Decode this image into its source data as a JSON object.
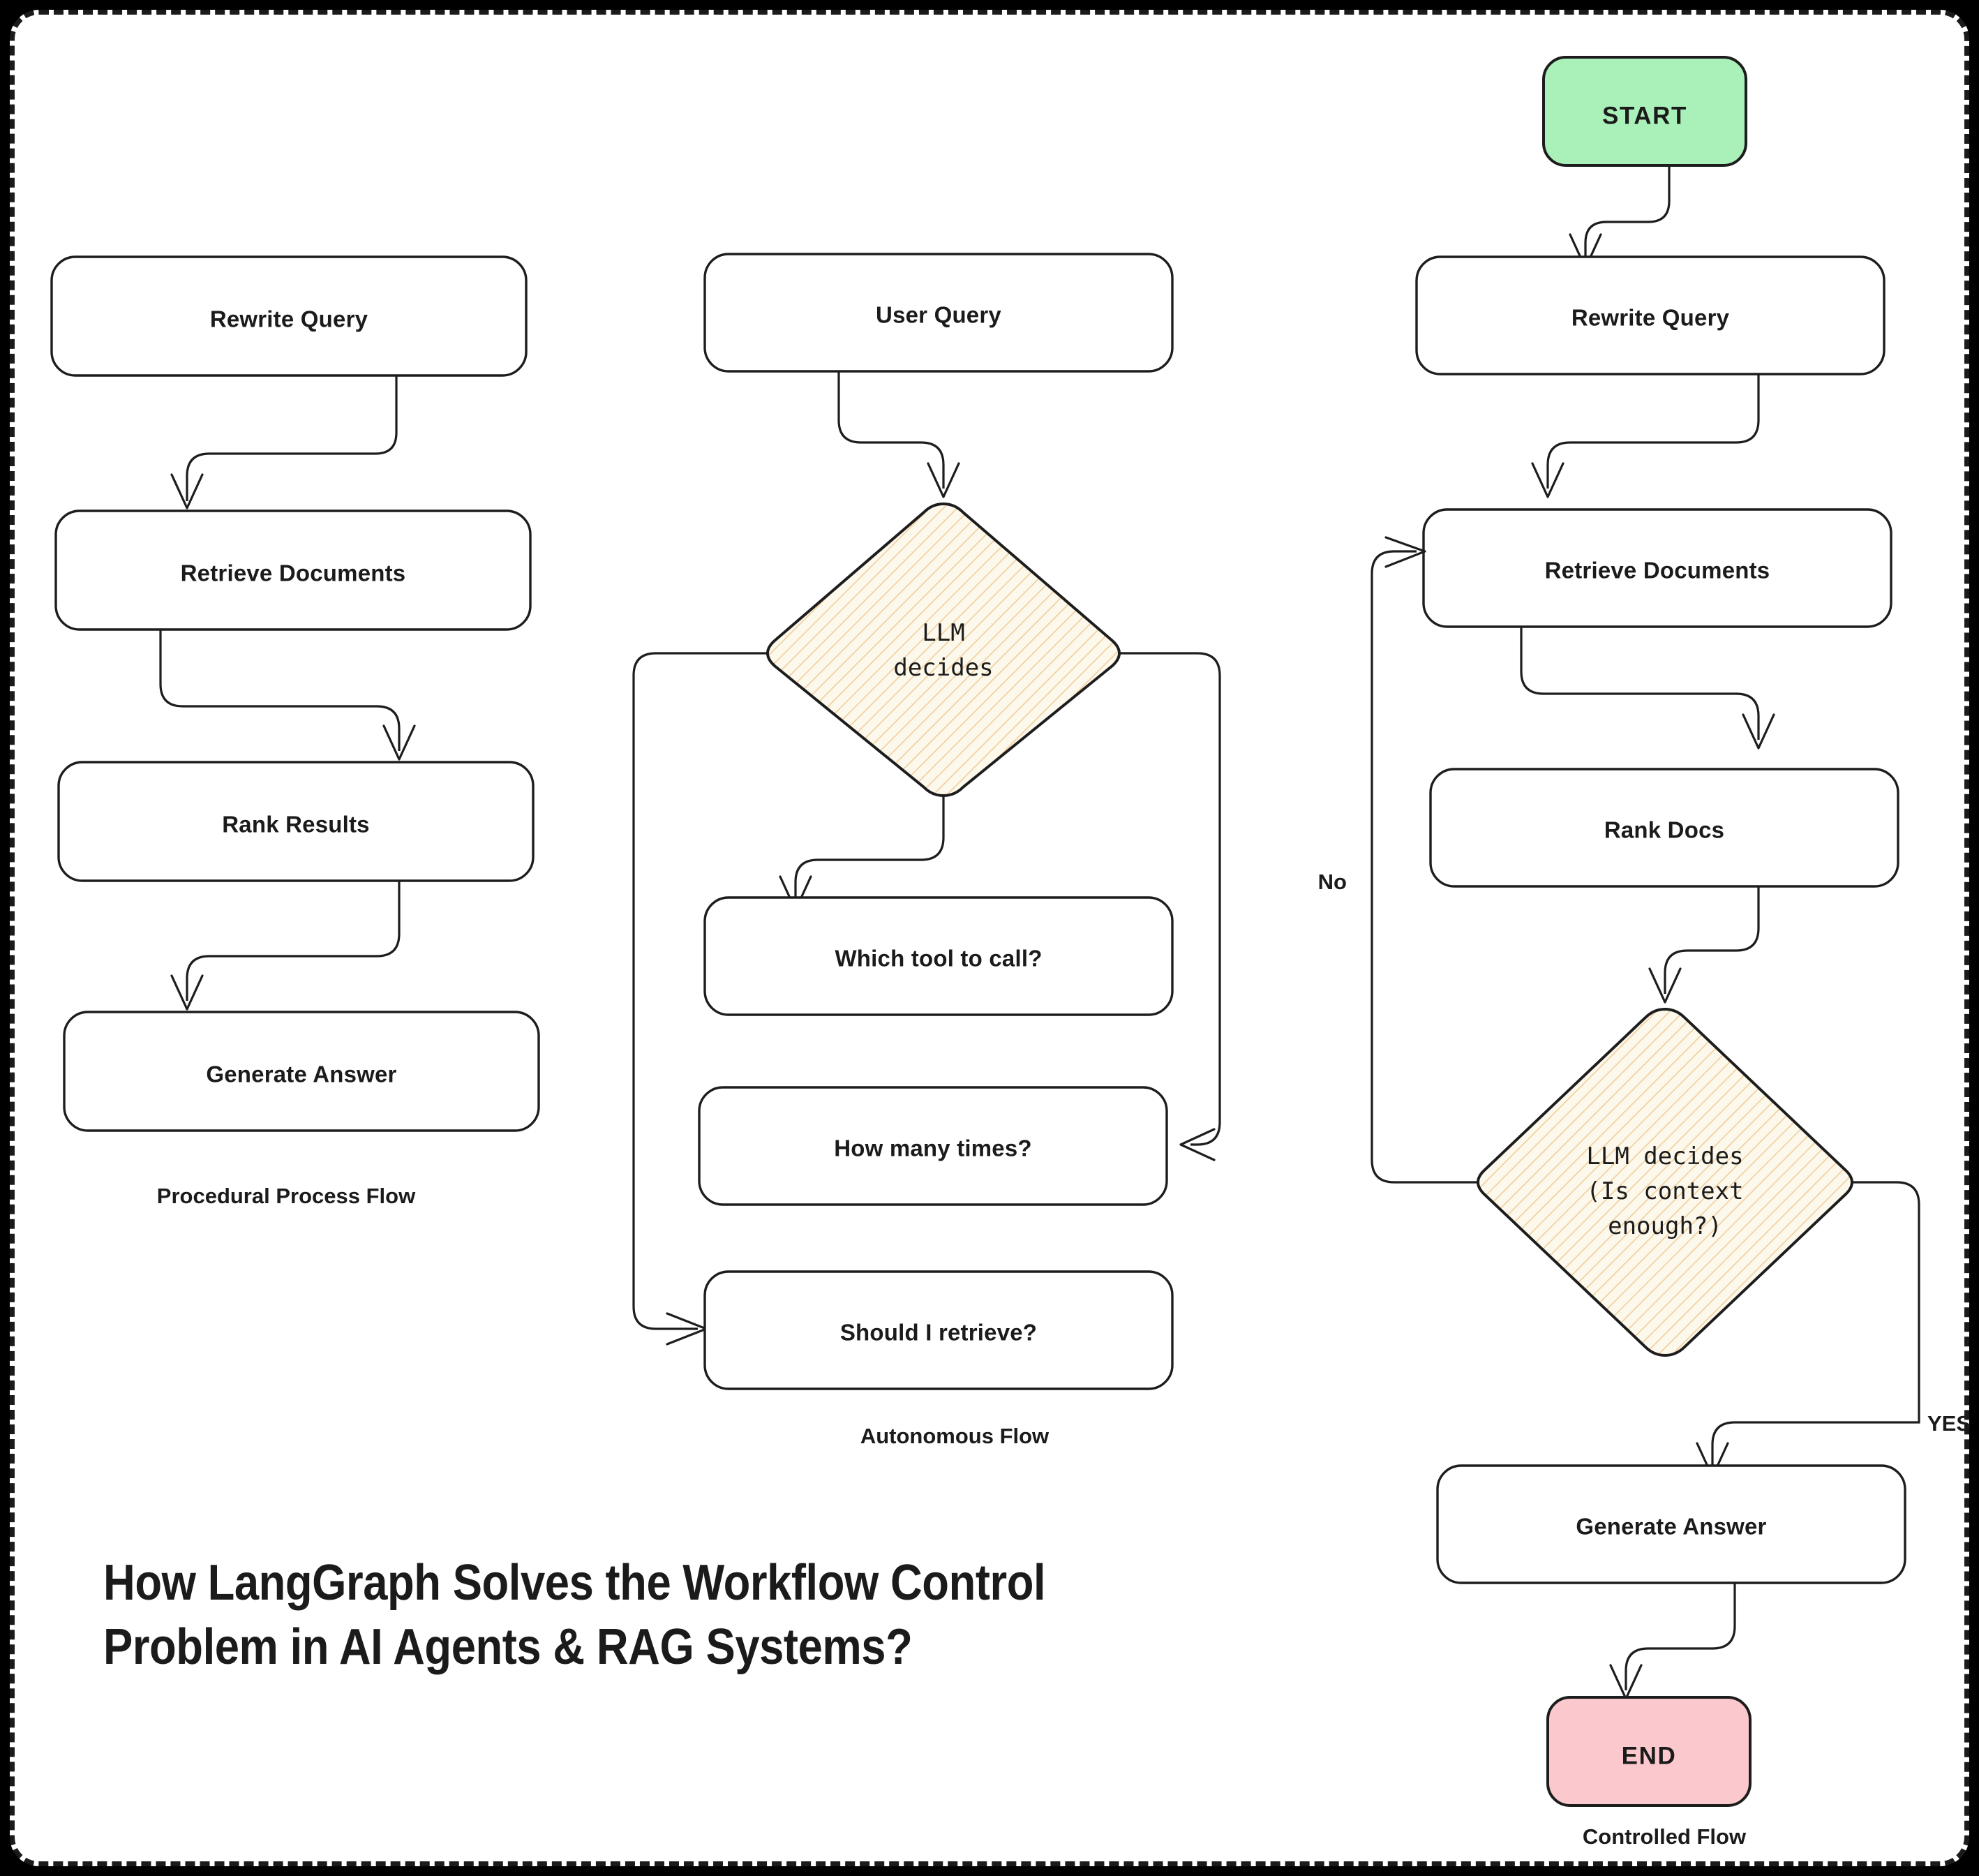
{
  "title": "How LangGraph Solves the Workflow Control Problem in AI Agents & RAG Systems?",
  "colors": {
    "start_fill": "#a9f0b9",
    "end_fill": "#fbc8cd",
    "decision_fill": "#fdf8ec",
    "decision_hatch": "#e8b468",
    "stroke": "#1d1d1d",
    "canvas": "#ffffff",
    "page_background": "#000000"
  },
  "columns": [
    {
      "id": "procedural",
      "caption": "Procedural Process Flow",
      "nodes": [
        {
          "id": "p1",
          "label": "Rewrite Query",
          "shape": "box"
        },
        {
          "id": "p2",
          "label": "Retrieve Documents",
          "shape": "box"
        },
        {
          "id": "p3",
          "label": "Rank Results",
          "shape": "box"
        },
        {
          "id": "p4",
          "label": "Generate Answer",
          "shape": "box"
        }
      ],
      "edges": [
        {
          "from": "p1",
          "to": "p2",
          "label": ""
        },
        {
          "from": "p2",
          "to": "p3",
          "label": ""
        },
        {
          "from": "p3",
          "to": "p4",
          "label": ""
        }
      ]
    },
    {
      "id": "autonomous",
      "caption": "Autonomous Flow",
      "nodes": [
        {
          "id": "a1",
          "label": "User Query",
          "shape": "box"
        },
        {
          "id": "a2",
          "label": "LLM\ndecides",
          "shape": "diamond"
        },
        {
          "id": "a3",
          "label": "Which tool to call?",
          "shape": "box"
        },
        {
          "id": "a4",
          "label": "How many times?",
          "shape": "box"
        },
        {
          "id": "a5",
          "label": "Should I retrieve?",
          "shape": "box"
        }
      ],
      "edges": [
        {
          "from": "a1",
          "to": "a2",
          "label": ""
        },
        {
          "from": "a2",
          "to": "a3",
          "label": ""
        },
        {
          "from": "a2",
          "to": "a4",
          "label": ""
        },
        {
          "from": "a2",
          "to": "a5",
          "label": ""
        }
      ]
    },
    {
      "id": "controlled",
      "caption": "Controlled Flow",
      "nodes": [
        {
          "id": "c0",
          "label": "START",
          "shape": "terminator-start"
        },
        {
          "id": "c1",
          "label": "Rewrite Query",
          "shape": "box"
        },
        {
          "id": "c2",
          "label": "Retrieve Documents",
          "shape": "box"
        },
        {
          "id": "c3",
          "label": "Rank Docs",
          "shape": "box"
        },
        {
          "id": "c4",
          "label": "LLM decides\n(Is context\nenough?)",
          "shape": "diamond"
        },
        {
          "id": "c5",
          "label": "Generate Answer",
          "shape": "box"
        },
        {
          "id": "c6",
          "label": "END",
          "shape": "terminator-end"
        }
      ],
      "edges": [
        {
          "from": "c0",
          "to": "c1",
          "label": ""
        },
        {
          "from": "c1",
          "to": "c2",
          "label": ""
        },
        {
          "from": "c2",
          "to": "c3",
          "label": ""
        },
        {
          "from": "c3",
          "to": "c4",
          "label": ""
        },
        {
          "from": "c4",
          "to": "c2",
          "label": "No"
        },
        {
          "from": "c4",
          "to": "c5",
          "label": "YES"
        },
        {
          "from": "c5",
          "to": "c6",
          "label": ""
        }
      ]
    }
  ],
  "labels": {
    "start": "START",
    "end": "END",
    "no": "No",
    "yes": "YES",
    "llm_decides_line1": "LLM",
    "llm_decides_line2": "decides",
    "llm_context_line1": "LLM decides",
    "llm_context_line2": "(Is context",
    "llm_context_line3": "enough?)"
  }
}
